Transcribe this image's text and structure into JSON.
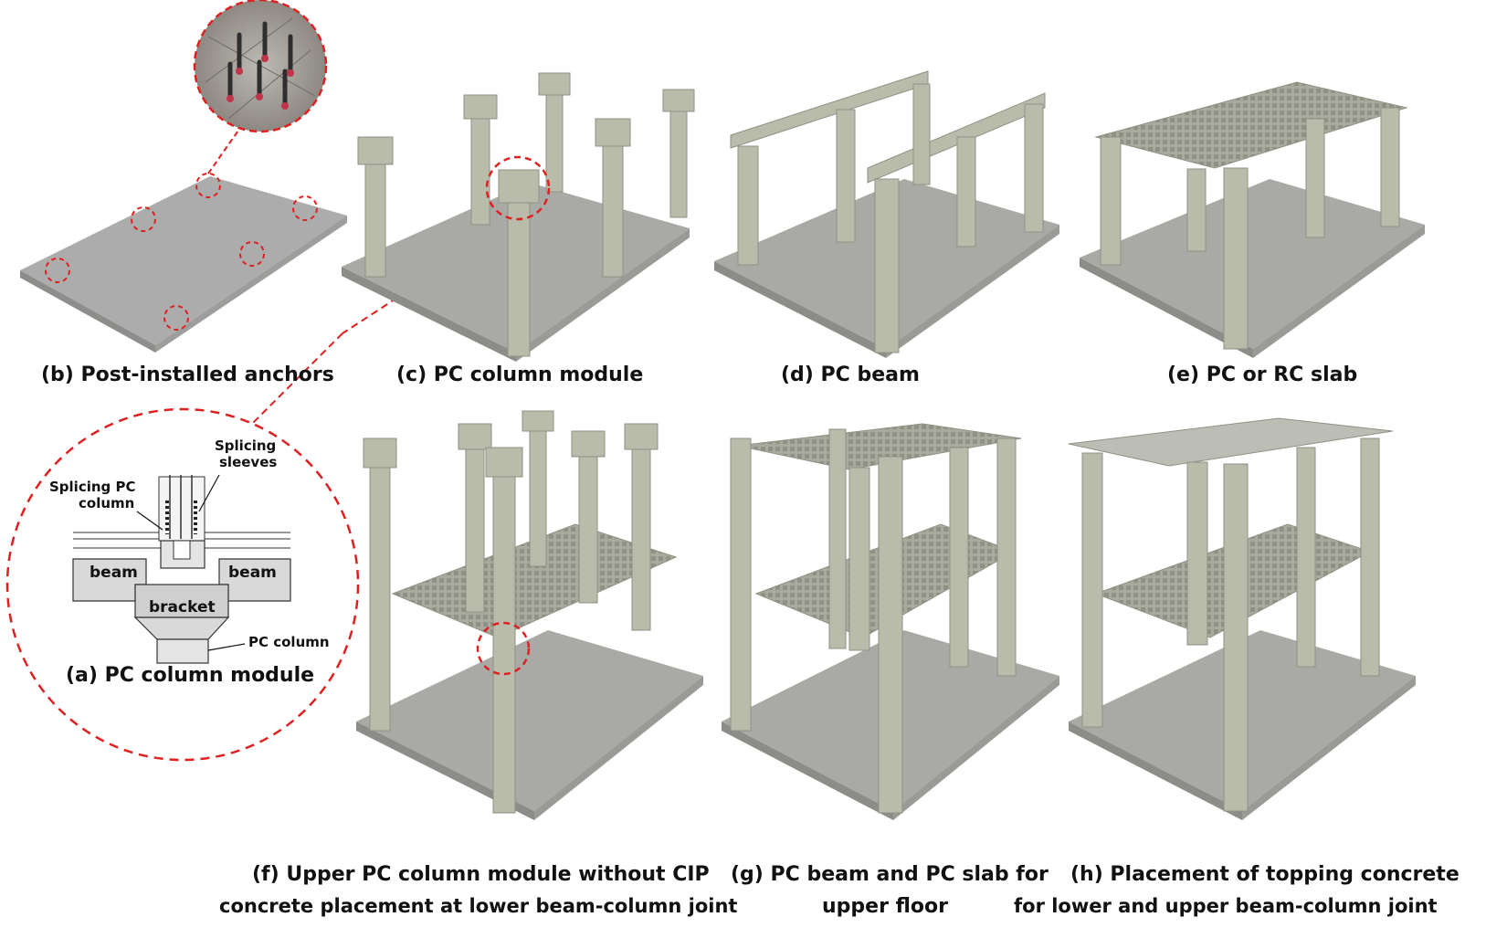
{
  "captions": {
    "a": "(a) PC column module",
    "b": "(b) Post-installed anchors",
    "c": "(c) PC column module",
    "d": "(d) PC  beam",
    "e": "(e) PC or RC slab",
    "f_line1": "(f) Upper PC column module without CIP",
    "f_line2": "concrete placement at lower beam-column joint",
    "g_line1": "(g) PC beam and PC slab for",
    "g_line2": "upper floor",
    "h_line1": "(h) Placement of topping concrete",
    "h_line2": "for lower and upper beam-column joint"
  },
  "detail_labels": {
    "splicing_pc_column_1": "Splicing PC",
    "splicing_pc_column_2": "column",
    "splicing_sleeves_1": "Splicing",
    "splicing_sleeves_2": "sleeves",
    "beam_left": "beam",
    "beam_right": "beam",
    "bracket": "bracket",
    "pc_column": "PC column"
  },
  "colors": {
    "concrete": "#b9bcab",
    "concrete_dark": "#8f9283",
    "concrete_light": "#d3d5c6",
    "base": "#a9aaa6",
    "base_side": "#8c8d89",
    "highlight_circle": "#e02020"
  }
}
